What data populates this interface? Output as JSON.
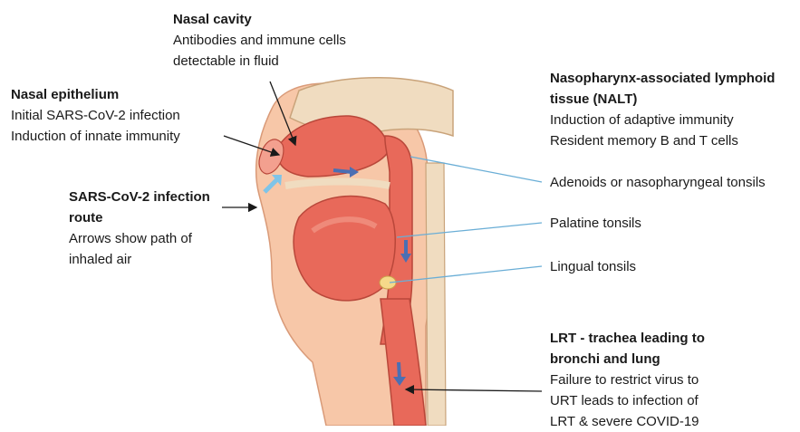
{
  "colors": {
    "tissue": "#e8695a",
    "tissue_light": "#f3a08f",
    "bone": "#f0dcc0",
    "skin": "#f7c7a8",
    "airway_arrow": "#4b6fb3",
    "entry_arrow": "#7fc4e8",
    "leader_blue": "#6aaed6",
    "leader_black": "#1a1a1a"
  },
  "labels": {
    "nasal_cavity": {
      "title": "Nasal cavity",
      "lines": [
        "Antibodies and immune cells",
        "detectable in fluid"
      ]
    },
    "nasal_epithelium": {
      "title": "Nasal epithelium",
      "lines": [
        "Initial SARS-CoV-2 infection",
        "Induction of innate immunity"
      ]
    },
    "infection_route": {
      "title_lines": [
        "SARS-CoV-2 infection",
        "route"
      ],
      "lines": [
        "Arrows show path of",
        "inhaled air"
      ]
    },
    "nalt": {
      "title_lines": [
        "Nasopharynx-associated lymphoid",
        "tissue (NALT)"
      ],
      "lines": [
        "Induction of adaptive immunity",
        "Resident memory B and T cells"
      ]
    },
    "adenoids": {
      "text": "Adenoids or nasopharyngeal tonsils"
    },
    "palatine": {
      "text": "Palatine tonsils"
    },
    "lingual": {
      "text": "Lingual tonsils"
    },
    "lrt": {
      "title_lines": [
        "LRT - trachea leading to",
        "bronchi and lung"
      ],
      "lines": [
        "Failure to restrict virus to",
        "URT leads to infection of",
        "LRT & severe COVID-19"
      ]
    }
  }
}
